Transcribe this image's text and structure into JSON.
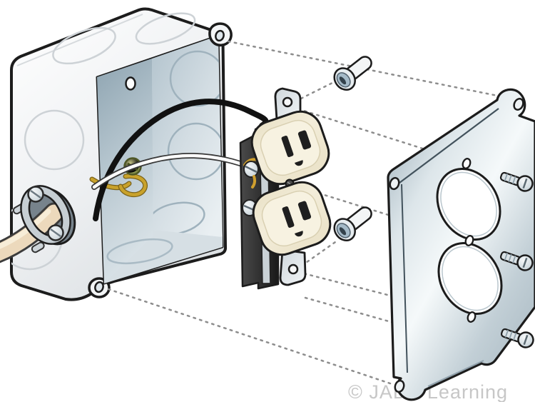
{
  "watermark": {
    "text": "© JADE Learning"
  },
  "colors": {
    "ink": "#1c1c1c",
    "dash": "#8d8d8d",
    "watermark": "#c7c7c7",
    "box_white": "#f6f7f8",
    "knockout_line": "#cdd2d6",
    "interior_light": "#e3eaee",
    "interior_dark": "#9db0bc",
    "ivory": "#efe8d1",
    "body_black": "#2b2b2b",
    "metal_light": "#e8edf0",
    "metal_mid": "#b4c3cd",
    "wire_black": "#111111",
    "wire_white": "#fbfbfb",
    "ground_gold": "#c9a22b",
    "ground_screw": "#7f8a45",
    "cable": "#ecd9bc"
  },
  "parts": [
    "square-junction-box",
    "box-knockouts",
    "cable-clamp-connector",
    "nm-cable",
    "ground-screw",
    "ground-pigtail-wire",
    "black-hot-wire",
    "white-neutral-wire",
    "duplex-receptacle",
    "mounting-straps",
    "terminal-screws",
    "receptacle-mounting-screws",
    "square-cover-plate",
    "cover-plate-openings",
    "cover-plate-screws",
    "assembly-alignment-lines"
  ]
}
